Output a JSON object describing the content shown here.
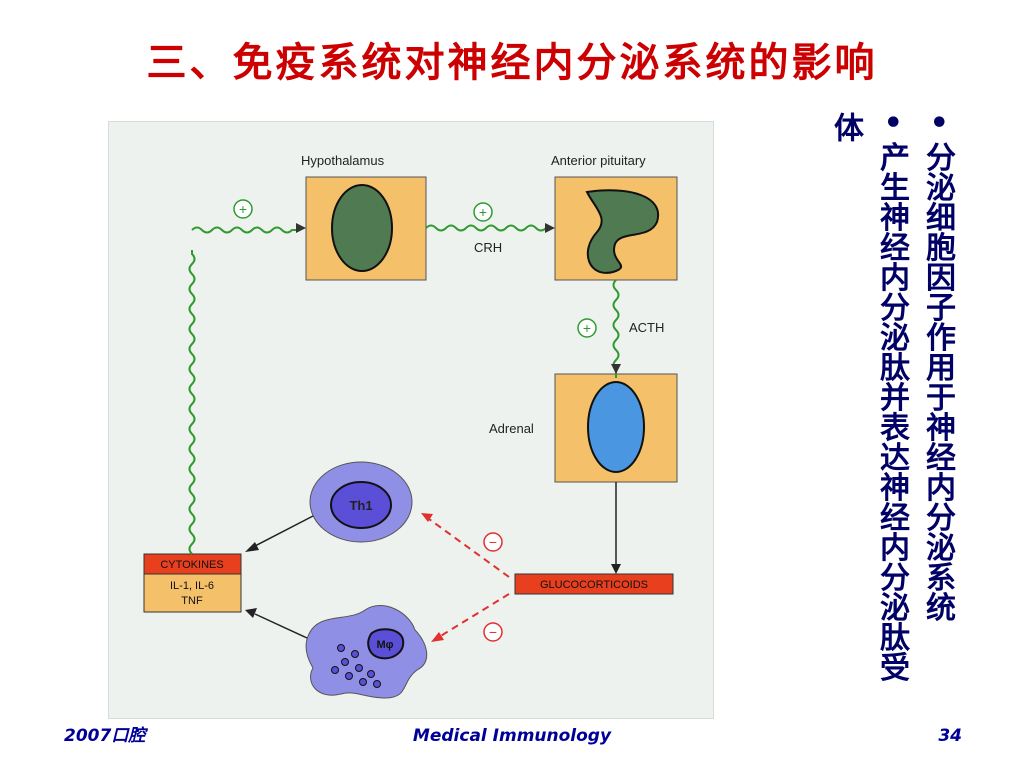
{
  "slide": {
    "title": "三、免疫系统对神经内分泌系统的影响",
    "bullets": [
      "分泌细胞因子作用于神经内分泌系统",
      "产生神经内分泌肽并表达神经内分泌肽受体"
    ],
    "bullet_symbol": "•"
  },
  "diagram": {
    "hypothalamus": "Hypothalamus",
    "anterior_pituitary": "Anterior pituitary",
    "adrenal": "Adrenal",
    "crh": "CRH",
    "acth": "ACTH",
    "th1": "Th1",
    "macrophage": "Mφ",
    "cytokines_title": "CYTOKINES",
    "cytokines_line1": "IL-1, IL-6",
    "cytokines_line2": "TNF",
    "glucocorticoids": "GLUCOCORTICOIDS",
    "plus": "+",
    "minus": "−",
    "colors": {
      "box_fill": "#f5c06a",
      "organ_green": "#4f7a52",
      "adrenal_blue": "#4a96e0",
      "cell_purple": "#8f8fe6",
      "label_red": "#e8401f",
      "inhibit_red": "#e03030",
      "stim_green": "#2f9a2f"
    }
  },
  "footer": {
    "left": "2007口腔",
    "center": "Medical Immunology",
    "page": "34"
  }
}
